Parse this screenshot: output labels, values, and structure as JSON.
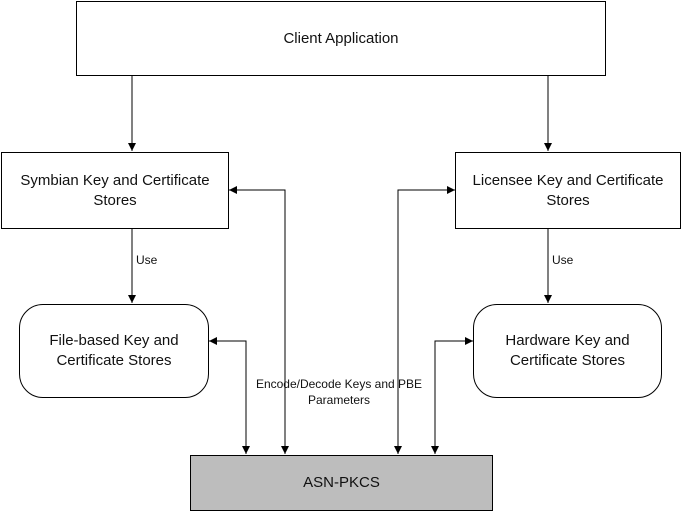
{
  "nodes": {
    "client": "Client Application",
    "symbian": "Symbian Key and Certificate Stores",
    "licensee": "Licensee Key and Certificate Stores",
    "file_based": "File-based Key and Certificate Stores",
    "hardware": "Hardware Key and Certificate Stores",
    "asn": "ASN-PKCS"
  },
  "labels": {
    "use_left": "Use",
    "use_right": "Use",
    "encode": "Encode/Decode Keys and PBE Parameters"
  },
  "colors": {
    "line": "#000000",
    "box_fill": "#ffffff",
    "asn_fill": "#bdbdbd"
  }
}
